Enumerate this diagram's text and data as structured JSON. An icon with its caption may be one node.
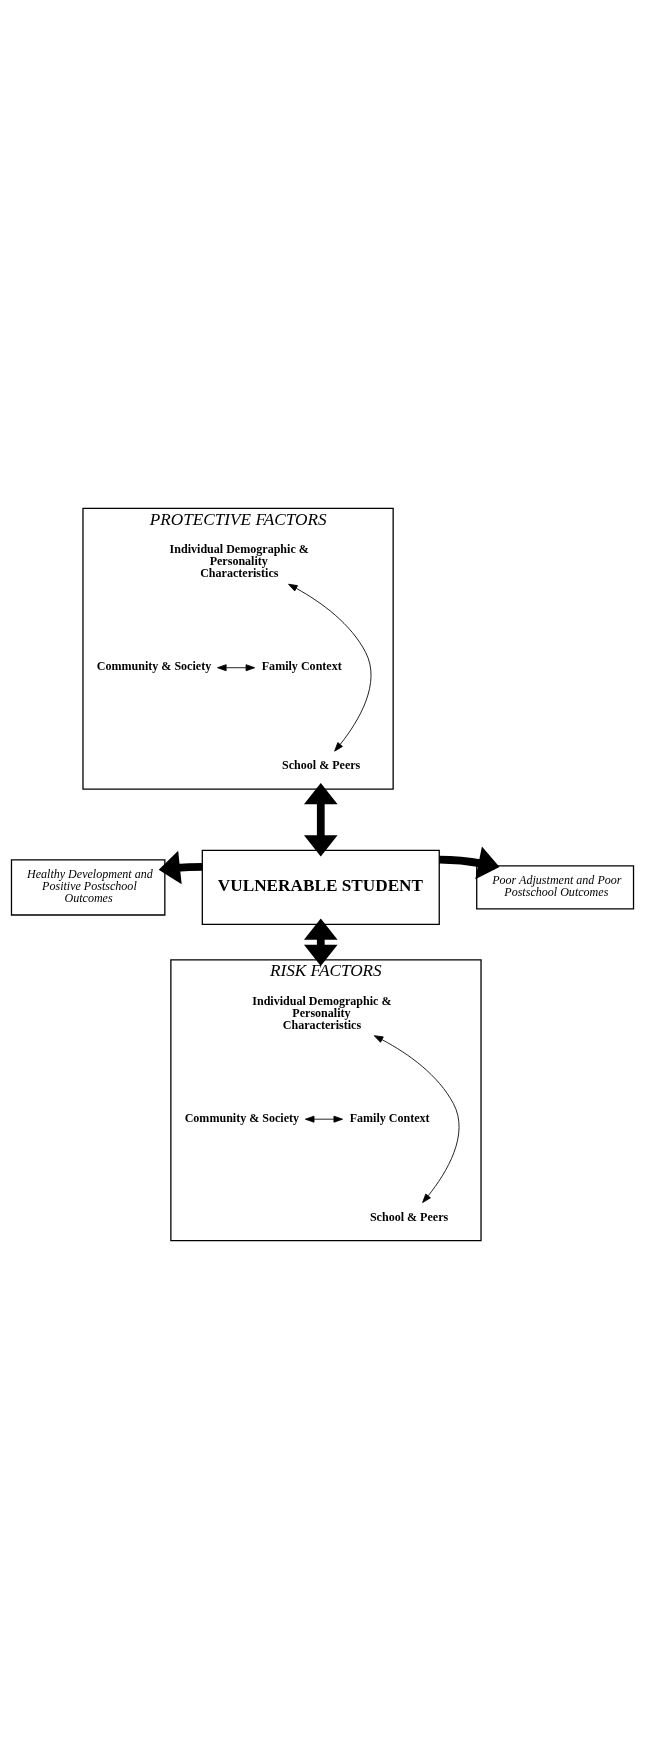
{
  "diagram": {
    "nodes": [
      {
        "text": [
          "PROTECTIVE FACTORS"
        ]
      },
      {
        "text": [
          "Individual Demographic & Personality Characteristics"
        ],
        "in": 0
      },
      {
        "text": [
          "Community & Society"
        ],
        "in": 0
      },
      {
        "text": [
          "Family Context"
        ],
        "in": 0
      },
      {
        "text": [
          "School & Peers"
        ],
        "in": 0
      },
      {
        "text": [
          "Healthy Development and Positive Postschool Outcomes"
        ]
      },
      {
        "text": [
          "VULNERABLE STUDENT"
        ]
      },
      {
        "text": [
          "Poor Adjustment and Poor Postschool Outcomes"
        ]
      },
      {
        "text": [
          "RISK FACTORS"
        ]
      },
      {
        "text": [
          "Individual Demographic & Personality Characteristics"
        ],
        "in": 8
      },
      {
        "text": [
          "Community & Society"
        ],
        "in": 8
      },
      {
        "text": [
          "Family Context"
        ],
        "in": 8
      },
      {
        "text": [
          "School & Peers"
        ],
        "in": 8
      }
    ],
    "edges": [
      {
        "from": 1,
        "to": 4,
        "arrow": "both"
      },
      {
        "from": 2,
        "to": 3,
        "arrow": "both"
      },
      {
        "from": 0,
        "to": 6,
        "arrow": "both",
        "style": "thick"
      },
      {
        "from": 6,
        "to": 5,
        "arrow": "to",
        "style": "thick"
      },
      {
        "from": 6,
        "to": 7,
        "arrow": "to",
        "style": "thick"
      },
      {
        "from": 6,
        "to": 8,
        "arrow": "both",
        "style": "thick"
      },
      {
        "from": 9,
        "to": 12,
        "arrow": "both"
      },
      {
        "from": 10,
        "to": 11,
        "arrow": "both"
      }
    ]
  }
}
